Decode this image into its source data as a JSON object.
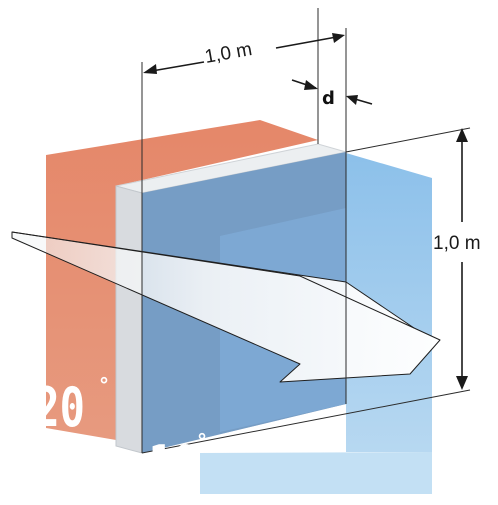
{
  "labels": {
    "width": "1,0 m",
    "height": "1,0 m",
    "thickness": "d",
    "temp_warm": "20",
    "temp_cold": "19",
    "degree": "°"
  },
  "colors": {
    "warm_side": "#e38c6e",
    "cold_side": "#a9cfee",
    "cold_side_edge": "#79b3e0",
    "wall_front": "#a3a9b1",
    "wall_edge": "#d9dcdf",
    "wall_top": "#eef0f2",
    "overlay_blue": "#5a97d6",
    "arrow_fill": "#f5f7f8"
  }
}
